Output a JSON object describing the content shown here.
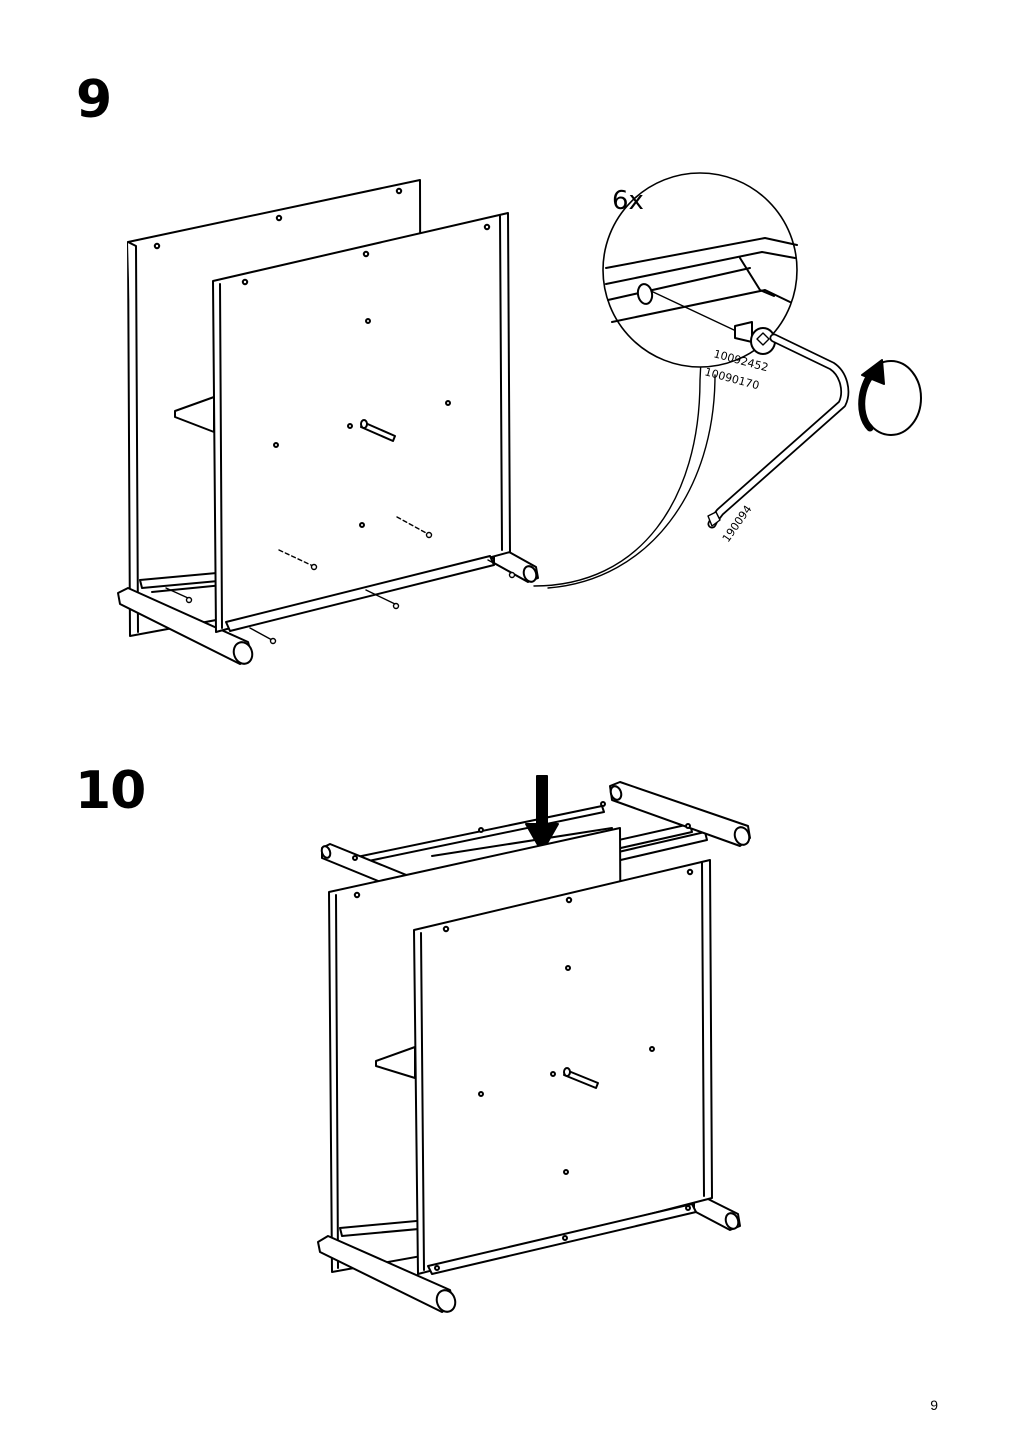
{
  "steps": [
    {
      "number": "9",
      "detail": {
        "quantity": "6x",
        "bolt_part_numbers": [
          "10092452",
          "10090170"
        ],
        "hex_key_part_number": "190094"
      }
    },
    {
      "number": "10"
    }
  ],
  "page_number": "9",
  "colors": {
    "line": "#000000",
    "background": "#ffffff"
  }
}
